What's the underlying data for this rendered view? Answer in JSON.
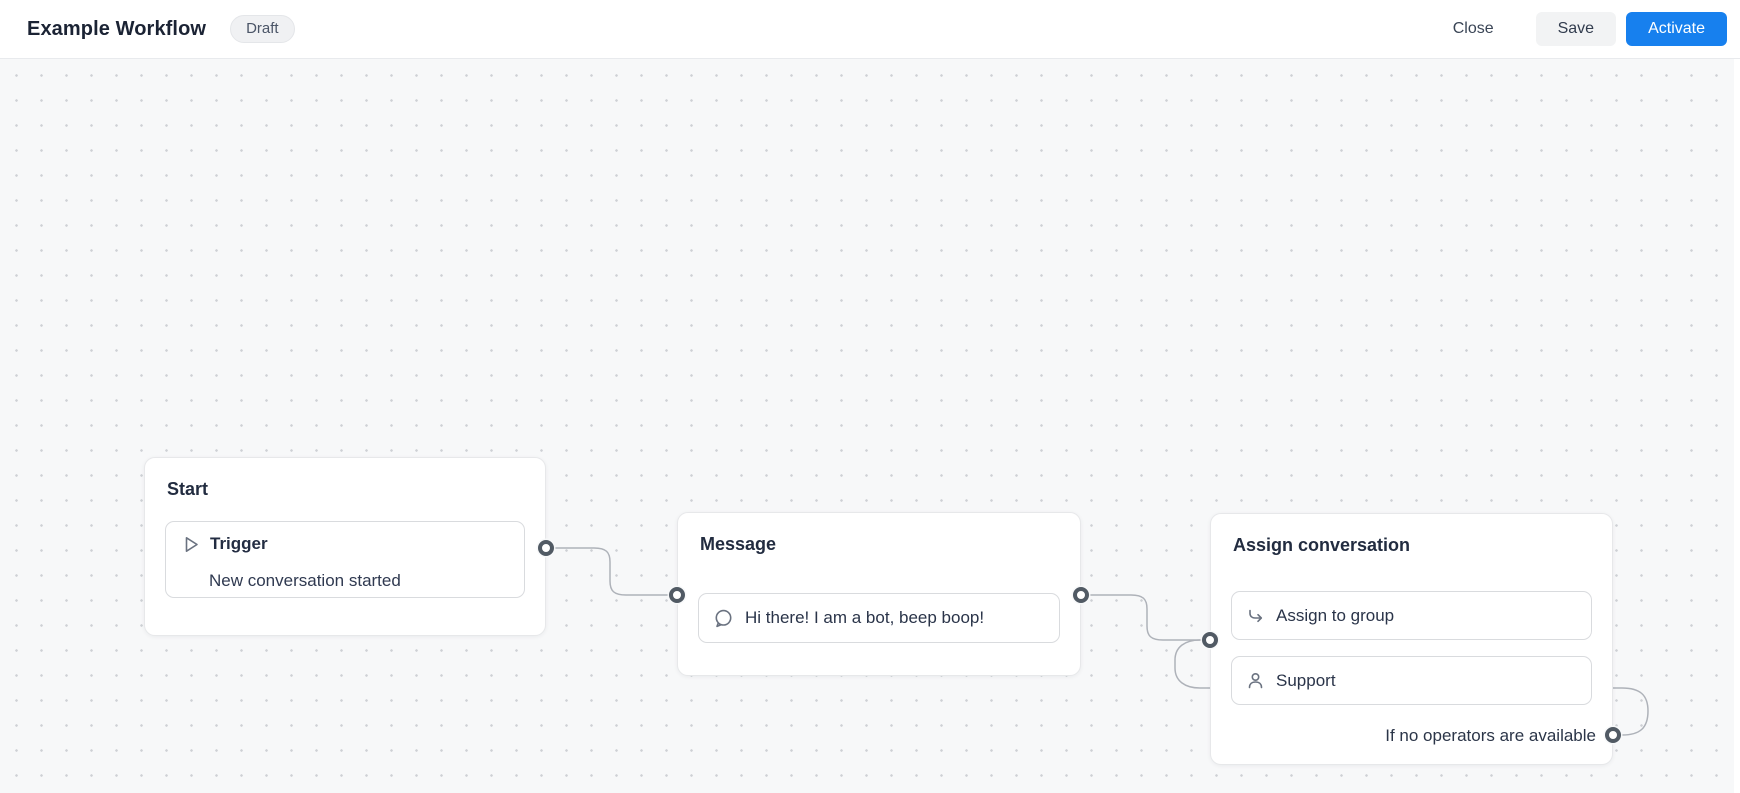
{
  "header": {
    "title": "Example Workflow",
    "status_badge": "Draft",
    "close_label": "Close",
    "save_label": "Save",
    "activate_label": "Activate"
  },
  "canvas": {
    "nodes": [
      {
        "title": "Start",
        "items": [
          {
            "icon": "play-icon",
            "label": "Trigger",
            "description": "New conversation started"
          }
        ]
      },
      {
        "title": "Message",
        "items": [
          {
            "icon": "chat-bubble-icon",
            "label": "Hi there! I am a bot, beep boop!"
          }
        ]
      },
      {
        "title": "Assign conversation",
        "items": [
          {
            "icon": "corner-down-right-icon",
            "label": "Assign to group"
          },
          {
            "icon": "user-icon",
            "label": "Support"
          }
        ],
        "branch_label": "If no operators are available"
      }
    ]
  },
  "colors": {
    "accent_blue": "#1780ee",
    "port_ring": "#515a64",
    "edge_line": "#aeb2b9",
    "canvas_background": "#f7f8f9"
  }
}
